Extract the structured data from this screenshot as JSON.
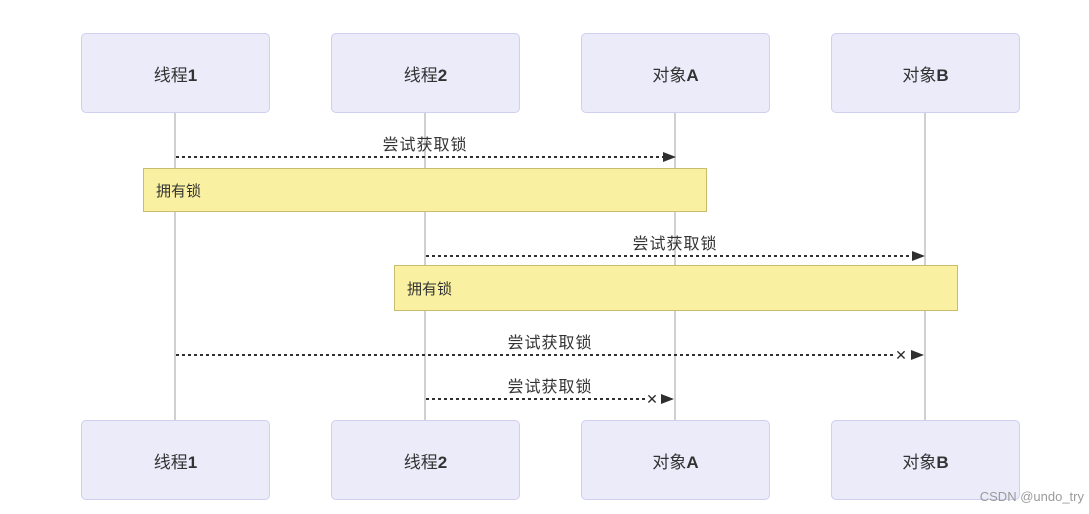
{
  "diagram": {
    "type": "sequence-diagram",
    "actors": [
      {
        "id": "thread1",
        "label": "线程",
        "suffix": "1"
      },
      {
        "id": "thread2",
        "label": "线程",
        "suffix": "2"
      },
      {
        "id": "objectA",
        "label": "对象",
        "suffix": "A"
      },
      {
        "id": "objectB",
        "label": "对象",
        "suffix": "B"
      }
    ],
    "messages": [
      {
        "label": "尝试获取锁",
        "from": "thread1",
        "to": "objectA",
        "style": "dotted",
        "failed": false
      },
      {
        "label": "尝试获取锁",
        "from": "thread2",
        "to": "objectB",
        "style": "dotted",
        "failed": false
      },
      {
        "label": "尝试获取锁",
        "from": "thread1",
        "to": "objectB",
        "style": "dotted",
        "failed": true
      },
      {
        "label": "尝试获取锁",
        "from": "thread2",
        "to": "objectA",
        "style": "dotted",
        "failed": true
      }
    ],
    "failed_marker": "✕",
    "notes": [
      {
        "label": "拥有锁",
        "over": [
          "thread1",
          "objectA"
        ]
      },
      {
        "label": "拥有锁",
        "over": [
          "thread2",
          "objectB"
        ]
      }
    ],
    "colors": {
      "background": "#ffffff",
      "actor_fill": "#ebebfa",
      "actor_border": "#cfcfef",
      "note_fill": "#faf0a1",
      "note_border": "#c9bd6c",
      "lifeline": "#d0d0d0",
      "arrow": "#2f2f2f",
      "text": "#333333",
      "watermark": "#9b9b9b"
    }
  },
  "watermark": {
    "text": "CSDN @undo_try"
  }
}
